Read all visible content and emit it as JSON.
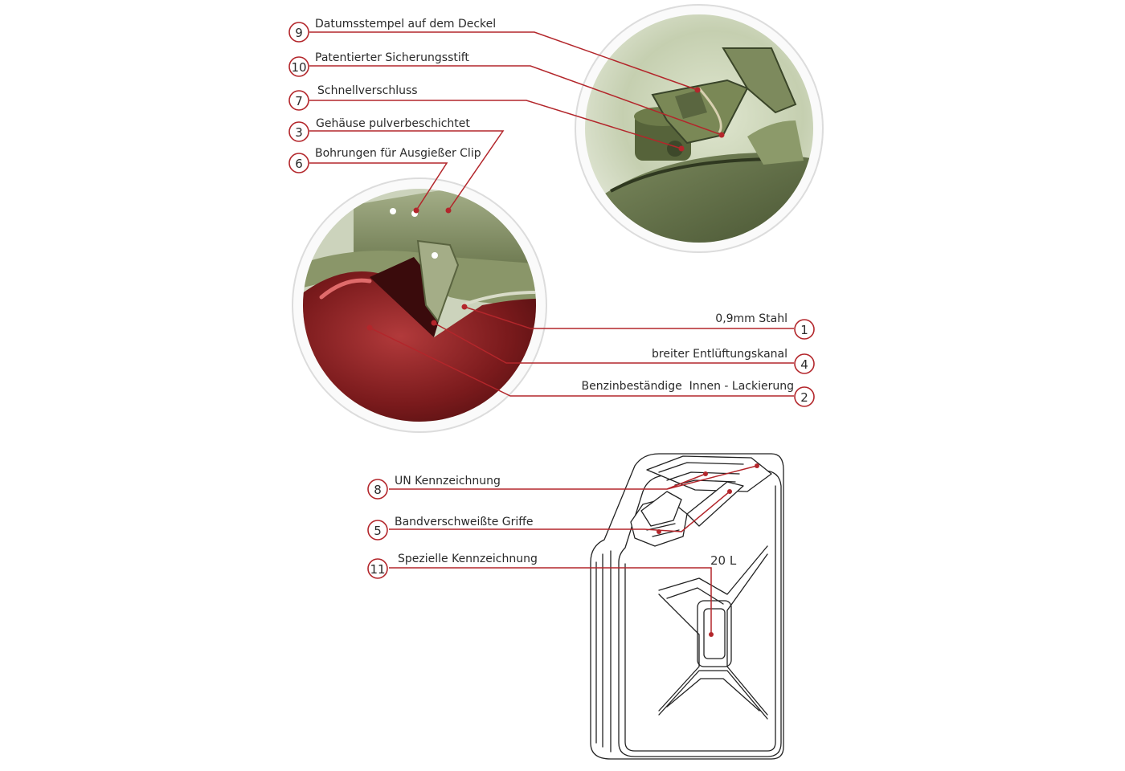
{
  "callouts": [
    {
      "number": "9",
      "label": "Datumsstempel auf dem Deckel"
    },
    {
      "number": "10",
      "label": "Patentierter Sicherungsstift"
    },
    {
      "number": "7",
      "label": "Schnellverschluss"
    },
    {
      "number": "3",
      "label": "Gehäuse pulverbeschichtet"
    },
    {
      "number": "6",
      "label": "Bohrungen für Ausgießer Clip"
    },
    {
      "number": "1",
      "label": "0,9mm Stahl"
    },
    {
      "number": "4",
      "label": "breiter Entlüftungskanal"
    },
    {
      "number": "2",
      "label": "Benzinbeständige  Innen - Lackierung"
    },
    {
      "number": "8",
      "label": "UN Kennzeichnung"
    },
    {
      "number": "5",
      "label": "Bandverschweißte Griffe"
    },
    {
      "number": "11",
      "label": "Spezielle Kennzeichnung"
    }
  ],
  "canister": {
    "volume_marking": "20 L"
  },
  "colors": {
    "accent": "#b3262b",
    "body_green": "#5d6a45",
    "interior_red": "#7a1a1c",
    "outline": "#222222"
  }
}
